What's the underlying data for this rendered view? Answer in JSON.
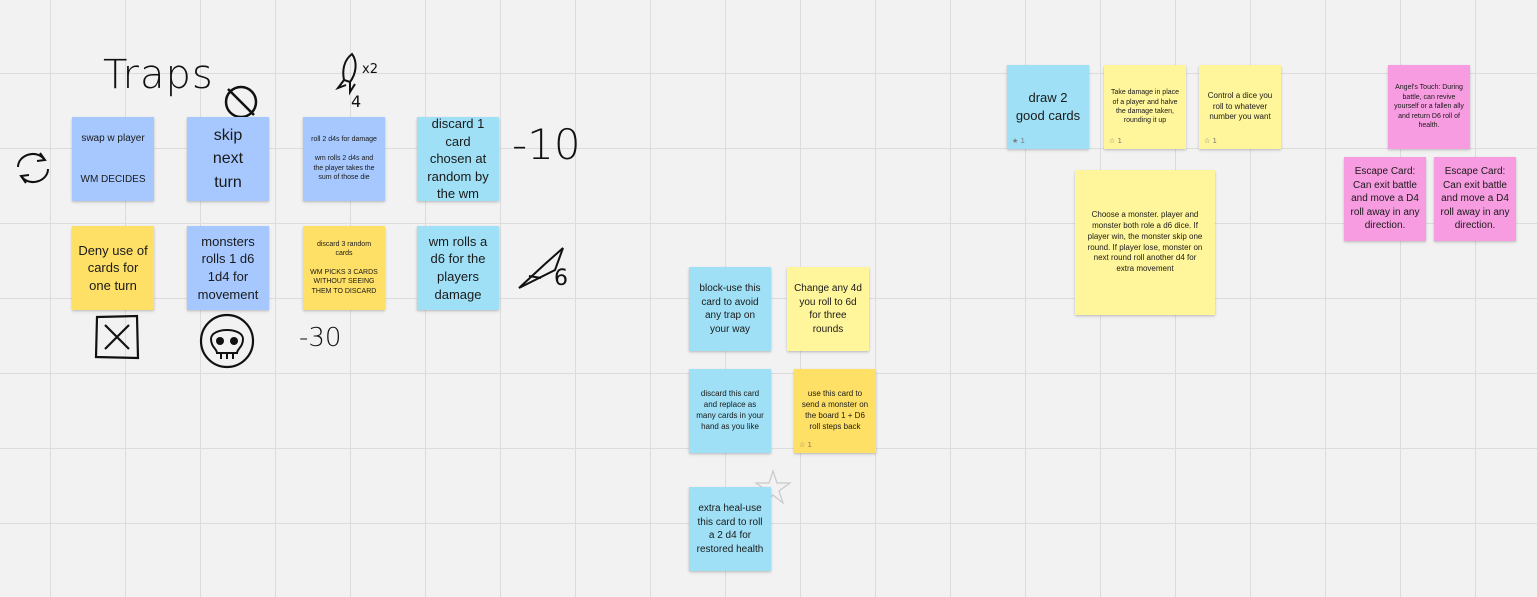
{
  "board": {
    "traps_heading": "Traps",
    "handwriting": {
      "x2": "x2",
      "four": "4",
      "minus_10": "-10",
      "minus_30": "-30",
      "six": "6"
    }
  },
  "notes": {
    "swap_player": "swap w player\n\n\nWM DECIDES",
    "skip_next_turn": "skip\nnext\nturn",
    "roll_2d4_damage": "roll 2 d4s for damage\n\nwm rolls 2 d4s and the player takes the sum of those die",
    "discard_1_card": "discard 1 card chosen at random by the wm",
    "deny_use_cards": "Deny use of cards for one turn",
    "monsters_roll": "monsters rolls 1 d6 1d4 for movement",
    "discard_3_random": "discard 3 random cards\n\nWM PICKS 3 CARDS WITHOUT SEEING THEM TO DISCARD",
    "wm_rolls_d6": "wm rolls a d6 for the players damage",
    "block_trap": "block-use this card to avoid any trap on your way",
    "change_4d": "Change any 4d you roll to 6d for three rounds",
    "discard_replace": "discard this card and replace as many cards in your hand as you like",
    "send_monster_back": "use this card to send a monster on the board 1 + D6 roll steps back",
    "extra_heal": "extra heal-use this card to roll a 2 d4 for restored health",
    "draw_2_good": "draw 2 good cards",
    "take_damage": "Take damage in place of a player and halve the damage taken, rounding it up",
    "control_dice": "Control a dice you roll to whatever number you want",
    "choose_monster": "Choose a monster. player and monster both role a d6 dice. If player win, the monster skip one round. If player lose, monster on next round roll another d4 for extra movement",
    "angels_touch": "Angel's Touch: During battle, can revive yourself or a fallen ally and return D6 roll of health.",
    "escape_card_1": "Escape Card: Can exit battle and move a D4 roll away in any direction.",
    "escape_card_2": "Escape Card: Can exit battle and move a D4 roll away in any direction."
  },
  "reaction_tags": {
    "draw_2_good": "★ 1",
    "take_damage": "☆ 1",
    "control_dice": "☆ 1",
    "send_monster_back": "☆ 1"
  },
  "colors": {
    "blue_note": "#a6c8ff",
    "cyan_note": "#9fe0f6",
    "yellow_note": "#fff59b",
    "amber_note": "#ffe066",
    "pink_note": "#f79ce0",
    "board_background": "#f2f2f2",
    "grid_line": "#dcdcdc"
  },
  "icons": [
    "rotate-arrows-icon",
    "prohibited-icon",
    "rocket-icon",
    "boxed-x-icon",
    "skull-icon",
    "star-icon"
  ]
}
